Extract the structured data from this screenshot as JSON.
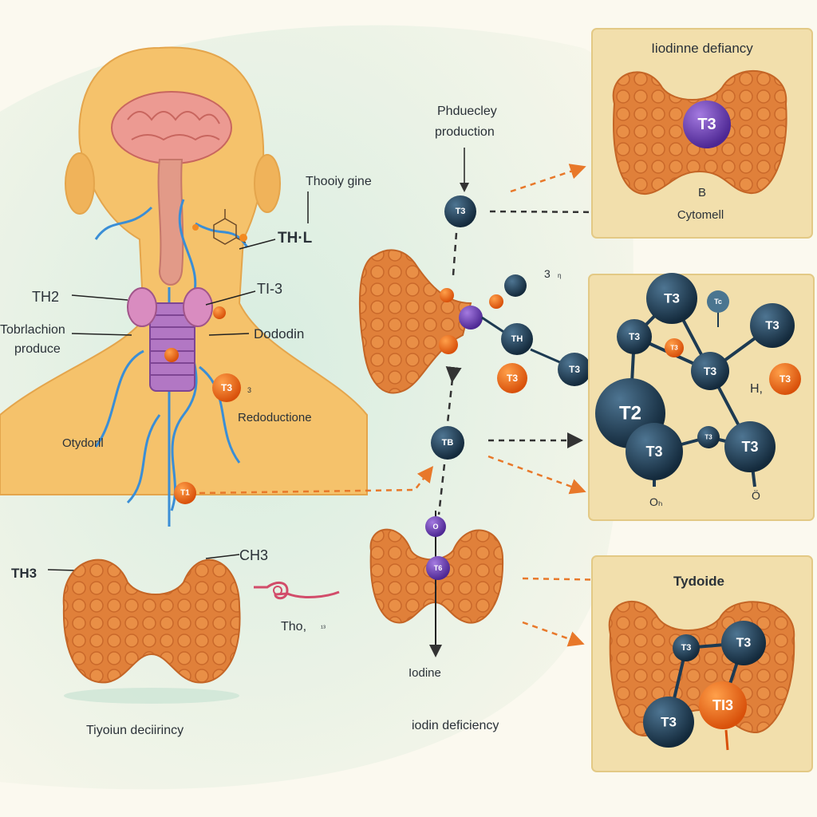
{
  "left_labels": {
    "thooiy_gine": "Thooiy gine",
    "th_l": "TH·L",
    "th2": "TH2",
    "ti3": "TI-3",
    "tobrlachion": "Tobrlachion",
    "produce": "produce",
    "dododin": "Dododin",
    "t3_badge": "T3",
    "t3_small": "3",
    "redoduction": "Redoductione",
    "otydorll": "Otydorll",
    "t1_badge": "T1",
    "th3": "TH3",
    "ch3": "CH3",
    "tho": "Tho,",
    "tho_small": "¹³",
    "tiyoiun_deciency": "Tiyoiun deciirincy"
  },
  "center_labels": {
    "phduecley": "Phduecley",
    "production": "production",
    "top_t3": "T3",
    "three": "3",
    "three_small": "η",
    "center_th": "TH",
    "t3_orange": "T3",
    "tb": "TB",
    "iodine": "Iodine",
    "iodin_deficiency": "iodin deficiency",
    "small_o": "O",
    "small_tb": "T6"
  },
  "panel_top": {
    "title": "Iiodinne defiancy",
    "t3": "T3",
    "b": "B",
    "cytomell": "Cytomell"
  },
  "panel_mid": {
    "t3_a": "T3",
    "tc": "Tc",
    "t3_b": "T3",
    "t3_c": "T3",
    "t3_small_orange": "T3",
    "t3_d": "T3",
    "h": "H,",
    "t3_orange": "T3",
    "t2": "T2",
    "t3_e": "T3",
    "t3_f": "T3",
    "t3_g": "T3",
    "oh": "Oₕ",
    "o": "Ö"
  },
  "panel_bottom": {
    "title": "Tydoide",
    "t3_a": "T3",
    "t3_b": "T3",
    "t3_c": "T3",
    "ti3": "TI3"
  },
  "colors": {
    "background": "#eaf4e8",
    "skin": "#f5c26b",
    "gland": "#e07f38",
    "molecule_navy": "#1d3a52",
    "molecule_orange": "#e8650f",
    "molecule_purple": "#6c3fb3",
    "panel_bg": "#f2dfac",
    "arrow_orange": "#e8782a"
  }
}
